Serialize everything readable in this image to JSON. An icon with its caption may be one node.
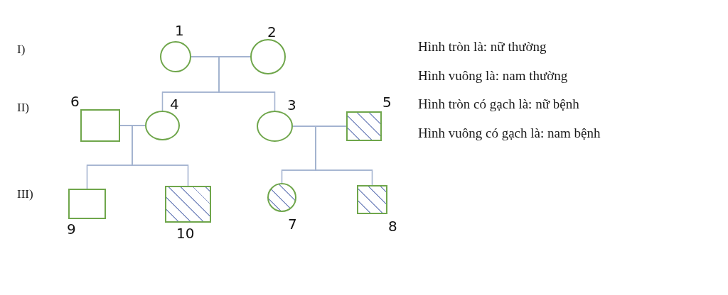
{
  "diagram": {
    "nodes": [
      {
        "text": [],
        "shape": "circle",
        "beside": [
          "1"
        ]
      },
      {
        "text": [],
        "shape": "circle",
        "beside": [
          "2"
        ]
      },
      {
        "text": [],
        "shape": "box",
        "beside": [
          "6"
        ]
      },
      {
        "text": [],
        "shape": "circle",
        "beside": [
          "4"
        ]
      },
      {
        "text": [],
        "shape": "circle",
        "beside": [
          "3"
        ]
      },
      {
        "text": [],
        "shape": "box",
        "beside": [
          "5"
        ]
      },
      {
        "text": [],
        "shape": "box",
        "beside": [
          "9"
        ]
      },
      {
        "text": [],
        "shape": "box",
        "beside": [
          "10"
        ]
      },
      {
        "text": [],
        "shape": "circle",
        "beside": [
          "7"
        ]
      },
      {
        "text": [],
        "shape": "box",
        "beside": [
          "8"
        ]
      }
    ],
    "edges": [
      {
        "from": 0,
        "to": 1,
        "arrow": "none"
      },
      {
        "from": 0,
        "to": 3,
        "arrow": "none"
      },
      {
        "from": 1,
        "to": 3,
        "arrow": "none"
      },
      {
        "from": 0,
        "to": 4,
        "arrow": "none"
      },
      {
        "from": 1,
        "to": 4,
        "arrow": "none"
      },
      {
        "from": 2,
        "to": 3,
        "arrow": "none"
      },
      {
        "from": 2,
        "to": 6,
        "arrow": "none"
      },
      {
        "from": 3,
        "to": 6,
        "arrow": "none"
      },
      {
        "from": 2,
        "to": 7,
        "arrow": "none"
      },
      {
        "from": 3,
        "to": 7,
        "arrow": "none"
      },
      {
        "from": 4,
        "to": 5,
        "arrow": "none"
      },
      {
        "from": 4,
        "to": 8,
        "arrow": "none"
      },
      {
        "from": 5,
        "to": 8,
        "arrow": "none"
      },
      {
        "from": 4,
        "to": 9,
        "arrow": "none"
      },
      {
        "from": 5,
        "to": 9,
        "arrow": "none"
      }
    ],
    "labels": [
      "I)",
      "II)",
      "III)",
      "Hình tròn là: nữ thường",
      "Hình vuông là: nam thường",
      "Hình tròn có gạch là: nữ bệnh",
      "Hình vuông có gạch là: nam bệnh"
    ]
  }
}
